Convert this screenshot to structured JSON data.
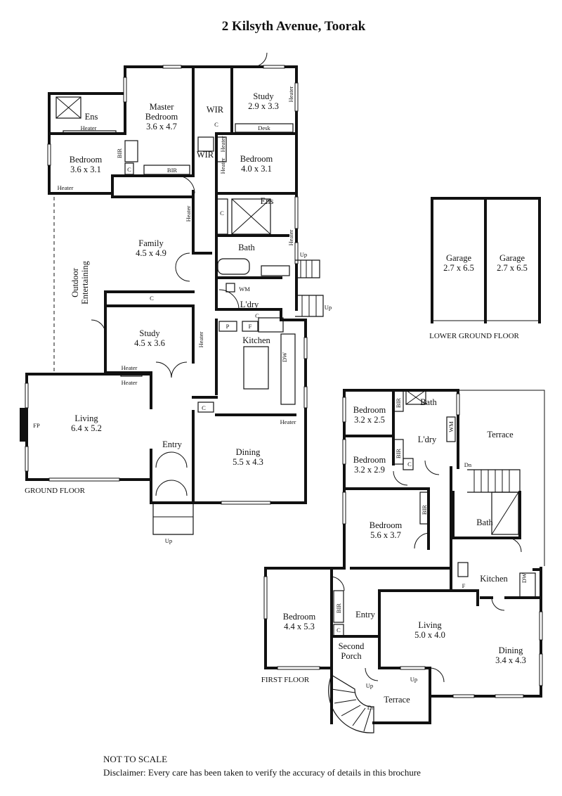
{
  "title": "2 Kilsyth Avenue, Toorak",
  "floors": {
    "ground": "GROUND FLOOR",
    "lower": "LOWER GROUND FLOOR",
    "first": "FIRST FLOOR"
  },
  "ground_rooms": {
    "ens": "Ens",
    "master_name": "Master",
    "master_name2": "Bedroom",
    "master_size": "3.6 x 4.7",
    "wir1": "WIR",
    "study1_name": "Study",
    "study1_size": "2.9 x 3.3",
    "desk": "Desk",
    "bed1_name": "Bedroom",
    "bed1_size": "3.6 x 3.1",
    "wir2": "WIR",
    "bed2_name": "Bedroom",
    "bed2_size": "4.0 x 3.1",
    "ens2": "Ens",
    "bath": "Bath",
    "family_name": "Family",
    "family_size": "4.5 x 4.9",
    "outdoor1": "Outdoor",
    "outdoor2": "Entertaining",
    "wm": "WM",
    "ldry": "L'dry",
    "study2_name": "Study",
    "study2_size": "4.5 x 3.6",
    "kitchen": "Kitchen",
    "living_name": "Living",
    "living_size": "6.4 x 5.2",
    "entry": "Entry",
    "dining_name": "Dining",
    "dining_size": "5.5 x 4.3"
  },
  "ground_small": {
    "heater": "Heater",
    "bir": "BIR",
    "c": "C",
    "p": "P",
    "f": "F",
    "dw": "DW",
    "fp": "FP",
    "up": "Up"
  },
  "garage": {
    "g1_name": "Garage",
    "g1_size": "2.7 x 6.5",
    "g2_name": "Garage",
    "g2_size": "2.7 x 6.5"
  },
  "first_rooms": {
    "bed1_name": "Bedroom",
    "bed1_size": "3.2 x 2.5",
    "bath1": "Bath",
    "bed2_name": "Bedroom",
    "bed2_size": "3.2 x 2.9",
    "ldry": "L'dry",
    "terrace1": "Terrace",
    "bed3_name": "Bedroom",
    "bed3_size": "5.6 x 3.7",
    "bath2": "Bath",
    "kitchen": "Kitchen",
    "bed4_name": "Bedroom",
    "bed4_size": "4.4 x 5.3",
    "entry": "Entry",
    "living_name": "Living",
    "living_size": "5.0 x 4.0",
    "dining_name": "Dining",
    "dining_size": "3.4 x 4.3",
    "porch1": "Second",
    "porch2": "Porch",
    "terrace2": "Terrace"
  },
  "first_small": {
    "bir": "BIR",
    "c": "C",
    "wm": "WM",
    "dn": "Dn",
    "f": "F",
    "dw": "DW",
    "up": "Up"
  },
  "footer": {
    "not_to_scale": "NOT TO SCALE",
    "disclaimer": "Disclaimer: Every care has been taken to verify the accuracy of details in this brochure"
  }
}
